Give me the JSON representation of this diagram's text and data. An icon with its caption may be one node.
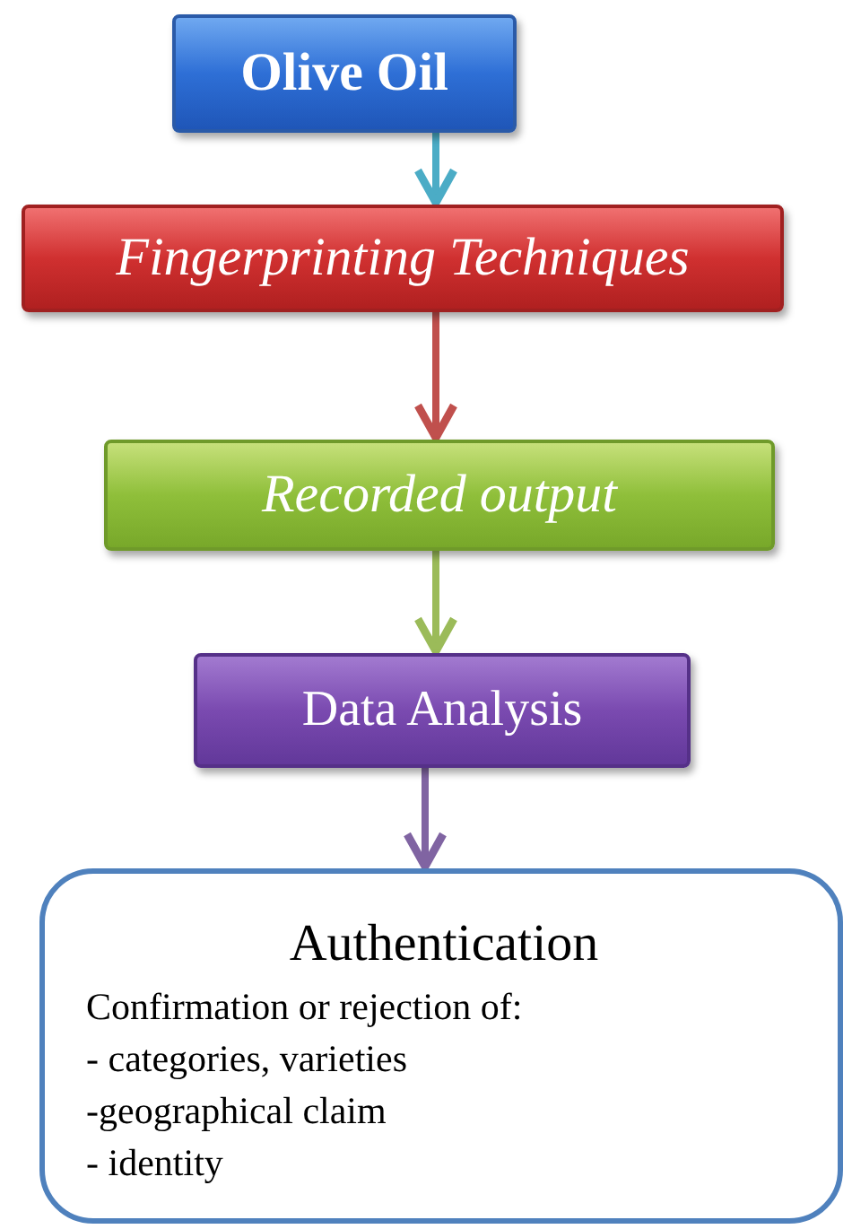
{
  "diagram": {
    "nodes": [
      {
        "text": [
          "Olive Oil"
        ]
      },
      {
        "text": [
          "Fingerprinting Techniques"
        ]
      },
      {
        "text": [
          "Recorded output"
        ]
      },
      {
        "text": [
          "Data Analysis"
        ]
      },
      {
        "text": [
          "Authentication",
          "Confirmation or rejection of:",
          "- categories, varieties",
          "-geographical claim",
          "- identity"
        ]
      }
    ],
    "edges": [
      {
        "from": 0,
        "to": 1,
        "arrow": "to",
        "color": "#4bacc6"
      },
      {
        "from": 1,
        "to": 2,
        "arrow": "to",
        "color": "#c0504d"
      },
      {
        "from": 2,
        "to": 3,
        "arrow": "to",
        "color": "#9bbb59"
      },
      {
        "from": 3,
        "to": 4,
        "arrow": "to",
        "color": "#8064a2"
      }
    ]
  }
}
